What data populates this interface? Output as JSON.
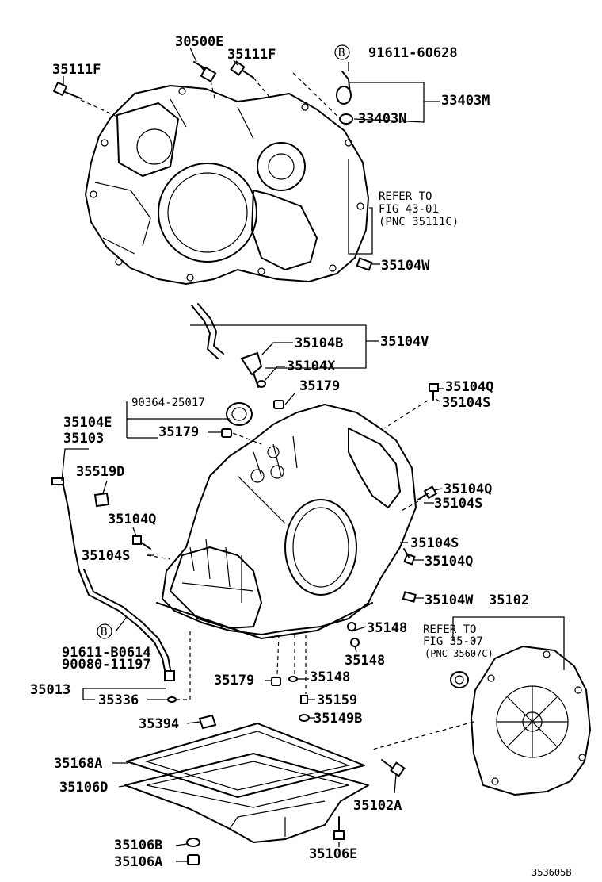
{
  "diagram": {
    "catalog_number": "353605B",
    "labels": {
      "l30500E": "30500E",
      "l35111F_top": "35111F",
      "l35111F_left": "35111F",
      "circleB_1": "B",
      "l91611_60628": "91611-60628",
      "l33403M": "33403M",
      "l33403N": "33403N",
      "refer1_a": "REFER TO",
      "refer1_b": "FIG 43-01",
      "refer1_c": "(PNC 35111C)",
      "l35104W_top": "35104W",
      "l35104V": "35104V",
      "l35104B": "35104B",
      "l35104X": "35104X",
      "l35179_a": "35179",
      "l35104Q_a": "35104Q",
      "l35104S_a": "35104S",
      "l90364": "90364-25017",
      "l35104E": "35104E",
      "l35179_b": "35179",
      "l35103": "35103",
      "l35519D": "35519D",
      "l35104Q_b": "35104Q",
      "l35104S_b": "35104S",
      "l35104Q_c": "35104Q",
      "l35104S_c": "35104S",
      "l35104S_d": "35104S",
      "l35104Q_d": "35104Q",
      "l35104W_mid": "35104W",
      "l35102": "35102",
      "refer2_a": "REFER TO",
      "refer2_b": "FIG 35-07",
      "refer2_c": "(PNC 35607C)",
      "circleB_2": "B",
      "l91611_B0614": "91611-B0614",
      "l90080": "90080-11197",
      "l35148_a": "35148",
      "l35148_b": "35148",
      "l35148_c": "35148",
      "l35013": "35013",
      "l35336": "35336",
      "l35179_c": "35179",
      "l35159": "35159",
      "l35149B": "35149B",
      "l35394": "35394",
      "l35168A": "35168A",
      "l35106D": "35106D",
      "l35102A": "35102A",
      "l35106B": "35106B",
      "l35106A": "35106A",
      "l35106E": "35106E"
    }
  }
}
